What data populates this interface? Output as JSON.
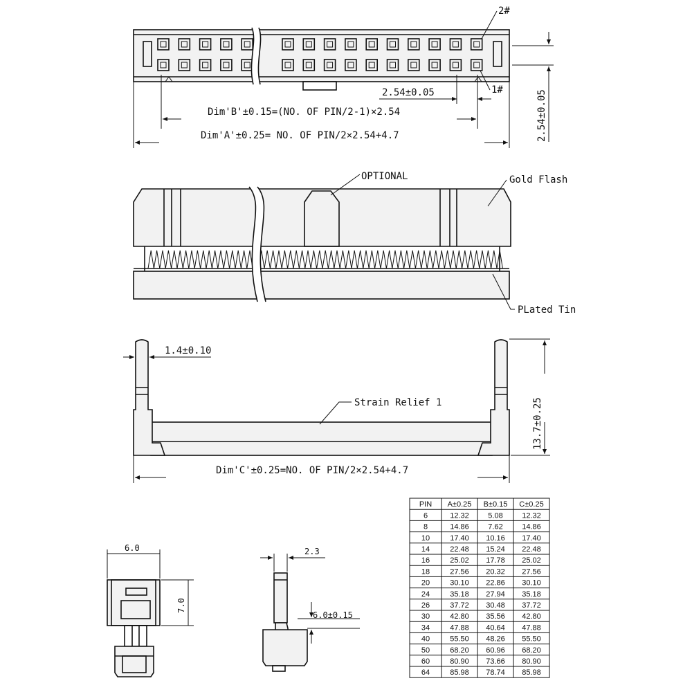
{
  "top_view": {
    "pin_label_2": "2#",
    "pin_label_1": "1#",
    "pitch": "2.54±0.05",
    "row_pitch": "2.54±0.05",
    "dim_b": "Dim'B'±0.15=(NO. OF PIN/2-1)×2.54",
    "dim_a": "Dim'A'±0.25= NO. OF PIN/2×2.54+4.7"
  },
  "front_view": {
    "optional": "OPTIONAL",
    "gold_flash": "Gold Flash",
    "plated_tin": "PLated Tin"
  },
  "side_view": {
    "width": "1.4±0.10",
    "strain_relief": "Strain Relief 1",
    "height": "13.7±0.25",
    "dim_c": "Dim'C'±0.25=NO. OF PIN/2×2.54+4.7"
  },
  "end_view_1": {
    "width": "6.0",
    "height": "7.0"
  },
  "end_view_2": {
    "width": "2.3",
    "depth": "6.0±0.15"
  },
  "dimension_table": {
    "headers": [
      "PIN",
      "A±0.25",
      "B±0.15",
      "C±0.25"
    ],
    "rows": [
      [
        "6",
        "12.32",
        "5.08",
        "12.32"
      ],
      [
        "8",
        "14.86",
        "7.62",
        "14.86"
      ],
      [
        "10",
        "17.40",
        "10.16",
        "17.40"
      ],
      [
        "14",
        "22.48",
        "15.24",
        "22.48"
      ],
      [
        "16",
        "25.02",
        "17.78",
        "25.02"
      ],
      [
        "18",
        "27.56",
        "20.32",
        "27.56"
      ],
      [
        "20",
        "30.10",
        "22.86",
        "30.10"
      ],
      [
        "24",
        "35.18",
        "27.94",
        "35.18"
      ],
      [
        "26",
        "37.72",
        "30.48",
        "37.72"
      ],
      [
        "30",
        "42.80",
        "35.56",
        "42.80"
      ],
      [
        "34",
        "47.88",
        "40.64",
        "47.88"
      ],
      [
        "40",
        "55.50",
        "48.26",
        "55.50"
      ],
      [
        "50",
        "68.20",
        "60.96",
        "68.20"
      ],
      [
        "60",
        "80.90",
        "73.66",
        "80.90"
      ],
      [
        "64",
        "85.98",
        "78.74",
        "85.98"
      ]
    ]
  }
}
